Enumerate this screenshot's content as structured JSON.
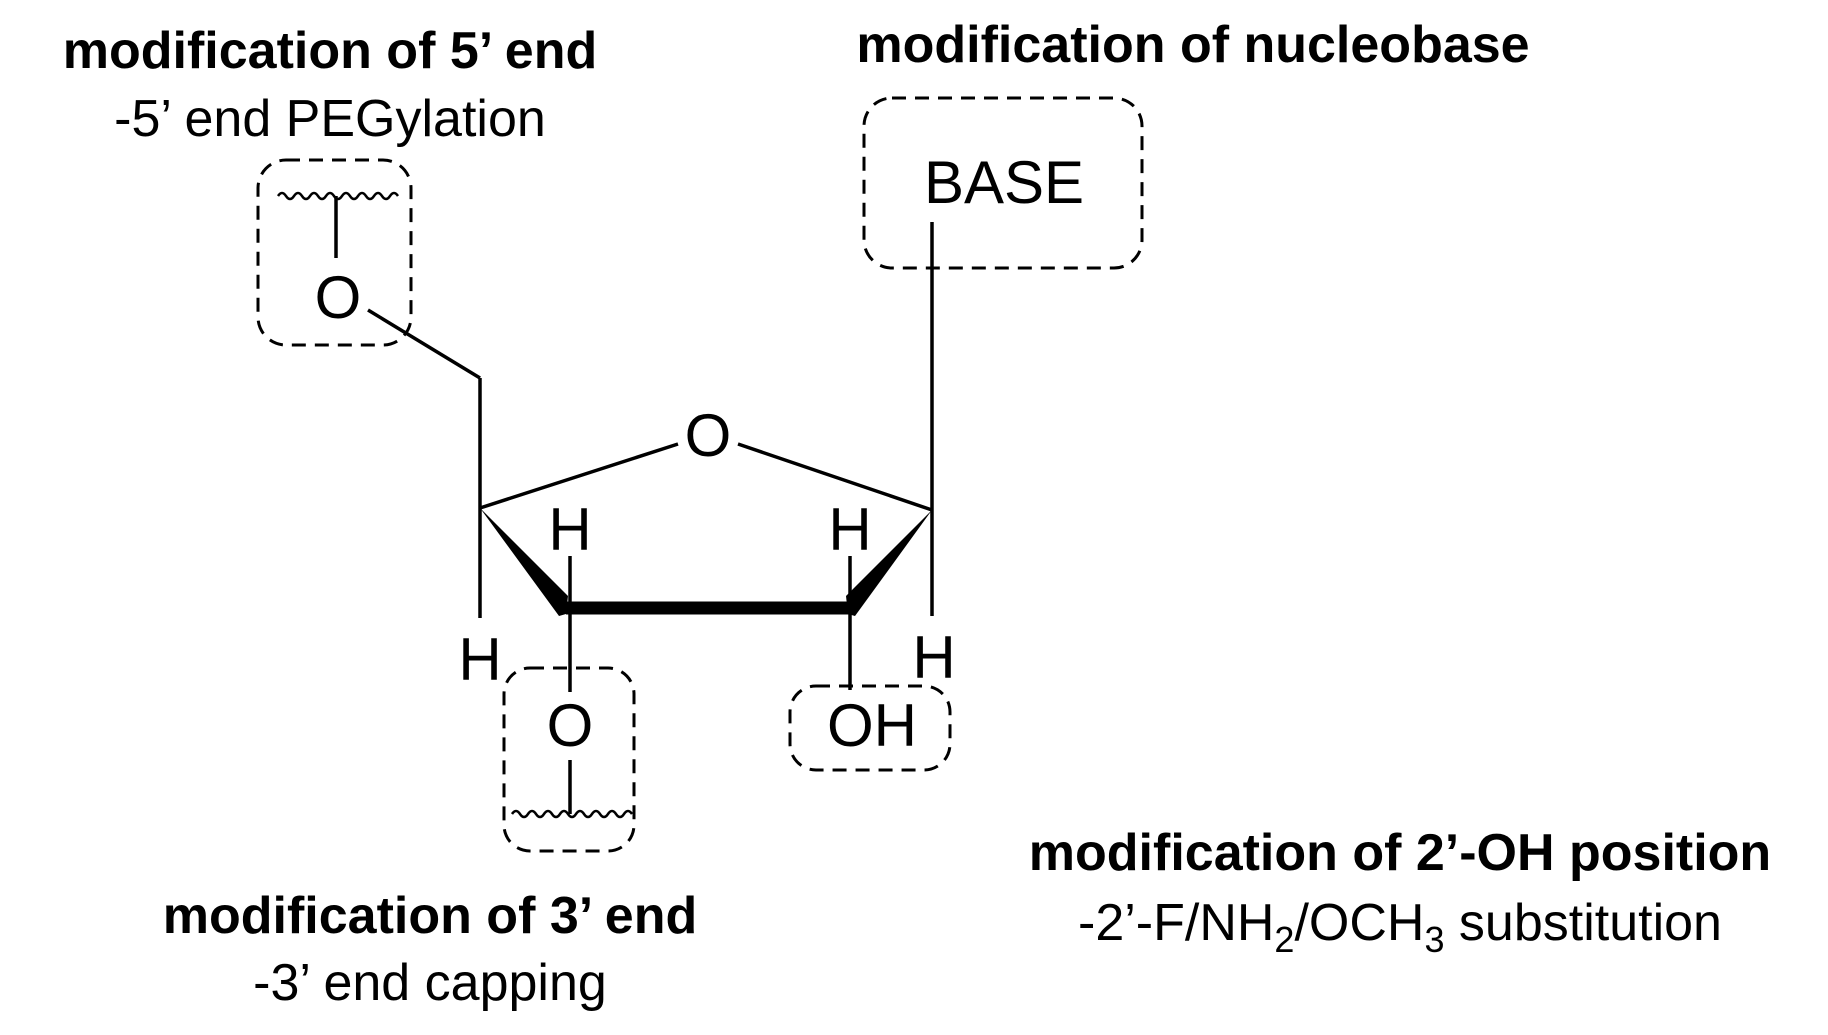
{
  "labels": {
    "five_prime": {
      "heading": "modification of 5’ end",
      "detail": "-5’ end PEGylation"
    },
    "nucleobase": {
      "heading": "modification of nucleobase"
    },
    "three_prime": {
      "heading": "modification of 3’ end",
      "detail": "-3’ end capping"
    },
    "two_prime": {
      "heading": "modification of 2’-OH position",
      "detail_prefix": "-2’-F/NH",
      "detail_sub1": "2",
      "detail_mid": "/OCH",
      "detail_sub2": "3",
      "detail_suffix": " substitution"
    }
  },
  "atoms": {
    "base": "BASE",
    "o_5prime": "O",
    "o_ring": "O",
    "o_3prime": "O",
    "oh_2prime": "OH",
    "h_c4": "H",
    "h_c3": "H",
    "h_c2": "H",
    "h_c1": "H"
  },
  "colors": {
    "ink": "#000000",
    "background": "#ffffff"
  }
}
